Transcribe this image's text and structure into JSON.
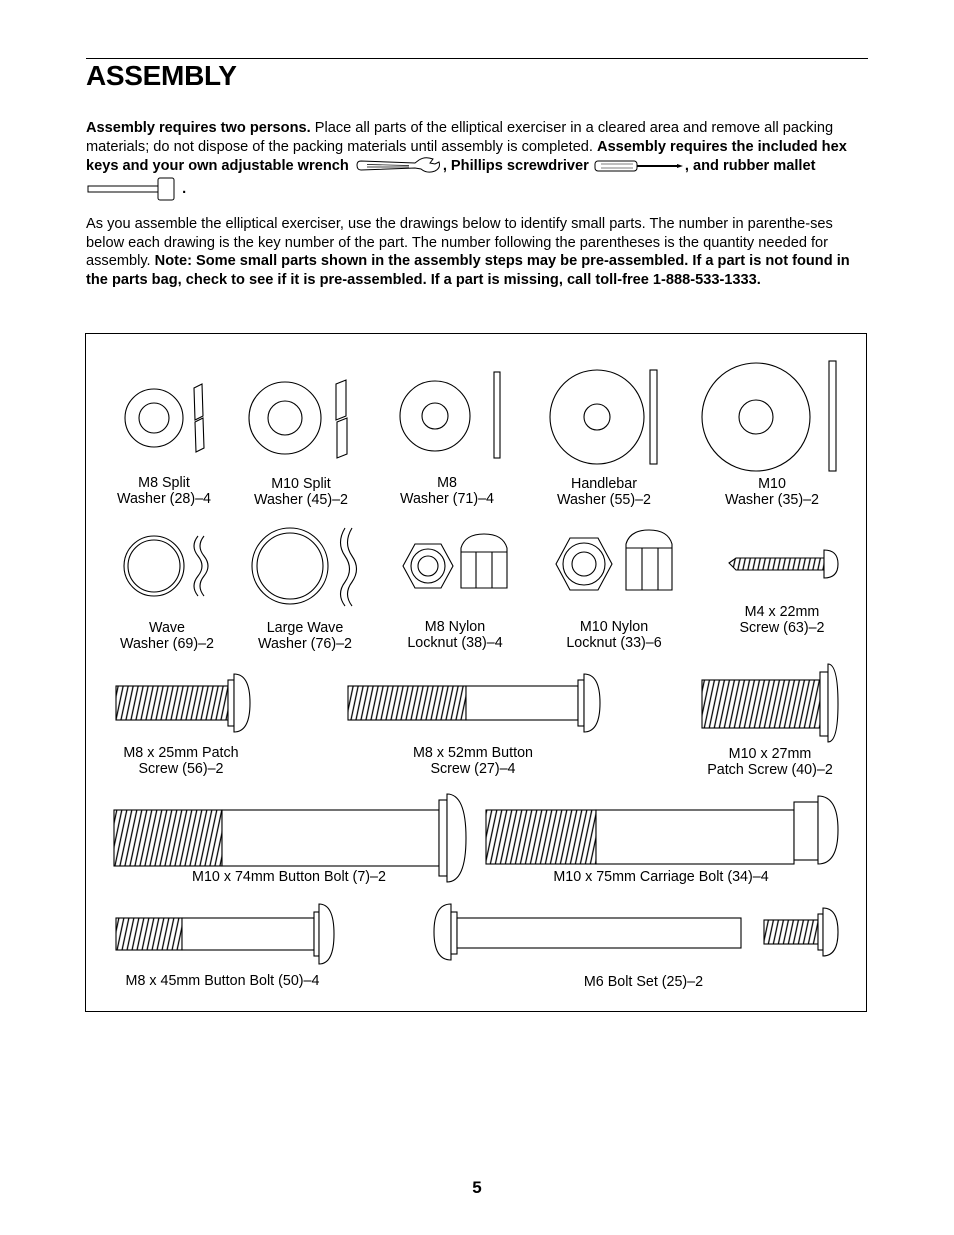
{
  "header": {
    "title": "ASSEMBLY"
  },
  "intro": {
    "p1_bold_a": "Assembly requires two persons.",
    "p1_text_a": " Place all parts of the elliptical exerciser in a cleared area and remove all packing materials; do not dispose of the packing materials until assembly is completed. ",
    "p1_bold_b": "Assembly requires the included hex keys and your own adjustable wrench",
    "p1_bold_c": ", Phillips screwdriver",
    "p1_bold_d": ", and rubber mallet",
    "p1_bold_e": ".",
    "p2_text": "As you assemble the elliptical exerciser, use the drawings below to identify small parts. The number in parenthe-ses below each drawing is the key number of the part. The number following the parentheses is the quantity needed for assembly. ",
    "p2_bold": "Note: Some small parts shown in the assembly steps may be pre-assembled. If a part is not found in the parts bag, check to see if it is pre-assembled. If a part is missing, call toll-free 1-888-533-1333."
  },
  "parts": {
    "m8_split": [
      "M8 Split",
      "Washer (28)–4"
    ],
    "m10_split": [
      "M10 Split",
      "Washer (45)–2"
    ],
    "m8_washer": [
      "M8",
      "Washer (71)–4"
    ],
    "handlebar_washer": [
      "Handlebar",
      "Washer (55)–2"
    ],
    "m10_washer": [
      "M10",
      "Washer (35)–2"
    ],
    "wave_washer": [
      "Wave",
      "Washer (69)–2"
    ],
    "large_wave_washer": [
      "Large Wave",
      "Washer (76)–2"
    ],
    "m8_locknut": [
      "M8 Nylon",
      "Locknut (38)–4"
    ],
    "m10_locknut": [
      "M10 Nylon",
      "Locknut (33)–6"
    ],
    "m4_screw": [
      "M4 x 22mm",
      "Screw (63)–2"
    ],
    "m8_25_patch": [
      "M8 x 25mm Patch",
      "Screw (56)–2"
    ],
    "m8_52_button": [
      "M8 x 52mm Button",
      "Screw (27)–4"
    ],
    "m10_27_patch": [
      "M10 x 27mm",
      "Patch Screw (40)–2"
    ],
    "m10_74_bolt": "M10 x 74mm Button Bolt (7)–2",
    "m10_75_carriage": "M10 x 75mm Carriage Bolt (34)–4",
    "m8_45_bolt": "M8 x 45mm Button Bolt (50)–4",
    "m6_bolt_set": "M6 Bolt Set (25)–2"
  },
  "footer": {
    "page_number": "5"
  }
}
